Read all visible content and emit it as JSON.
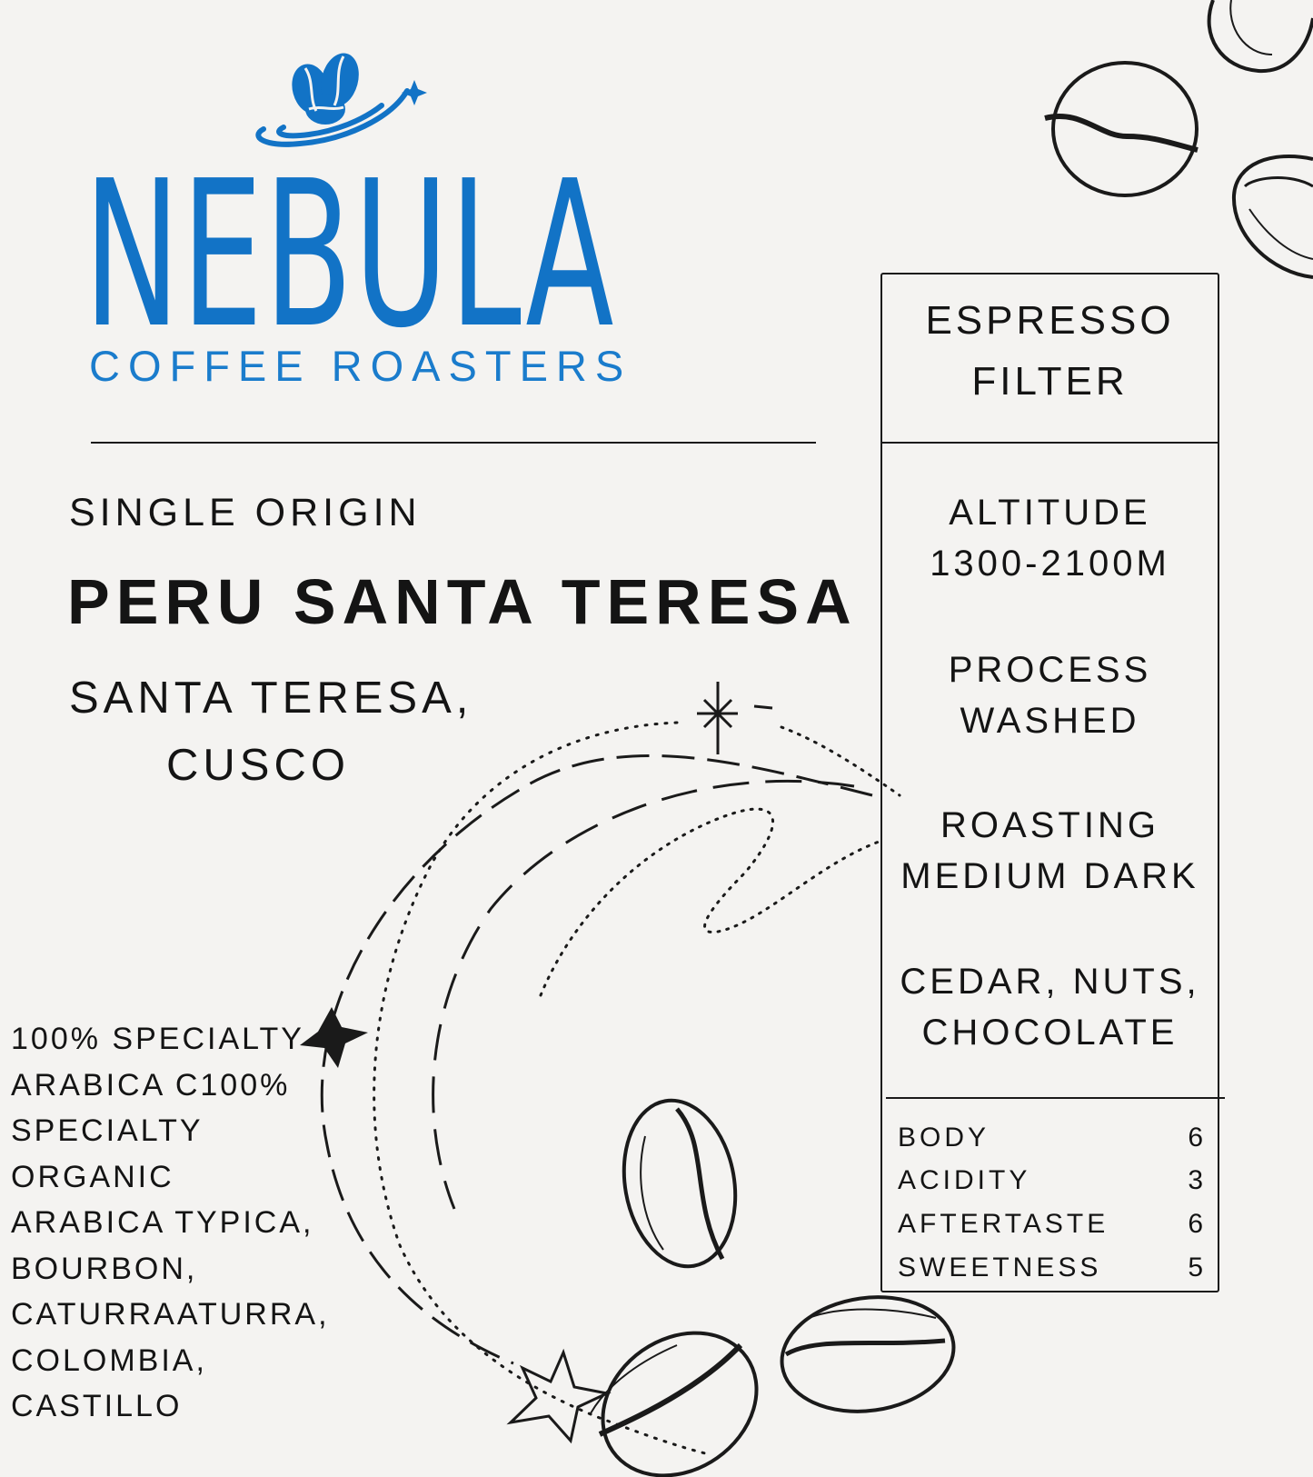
{
  "brand": {
    "name": "NEBULA",
    "tagline": "COFFEE ROASTERS",
    "color": "#1273c6"
  },
  "coffee": {
    "origin_type": "SINGLE ORIGIN",
    "name": "PERU SANTA TERESA",
    "region_line1": "SANTA TERESA,",
    "region_line2": "CUSCO"
  },
  "varieties_lines": [
    "100% SPECIALTY",
    "ARABICA C100%",
    "SPECIALTY",
    "ORGANIC",
    "ARABICA TYPICA,",
    "BOURBON,",
    "CATURRAATURRA,",
    "COLOMBIA,",
    "CASTILLO"
  ],
  "card": {
    "brew_methods": [
      "ESPRESSO",
      "FILTER"
    ],
    "altitude_label": "ALTITUDE",
    "altitude_value": "1300-2100M",
    "process_label": "PROCESS",
    "process_value": "WASHED",
    "roasting_label": "ROASTING",
    "roasting_value": "MEDIUM DARK",
    "notes_line1": "CEDAR, NUTS,",
    "notes_line2": "CHOCOLATE"
  },
  "profile": [
    {
      "label": "BODY",
      "value": "6"
    },
    {
      "label": "ACIDITY",
      "value": "3"
    },
    {
      "label": "AFTERTASTE",
      "value": "6"
    },
    {
      "label": "SWEETNESS",
      "value": "5"
    }
  ],
  "icons": [
    "coffee-bean-orbit-logo-icon",
    "coffee-bean-icon",
    "star-icon",
    "sparkle-icon"
  ]
}
